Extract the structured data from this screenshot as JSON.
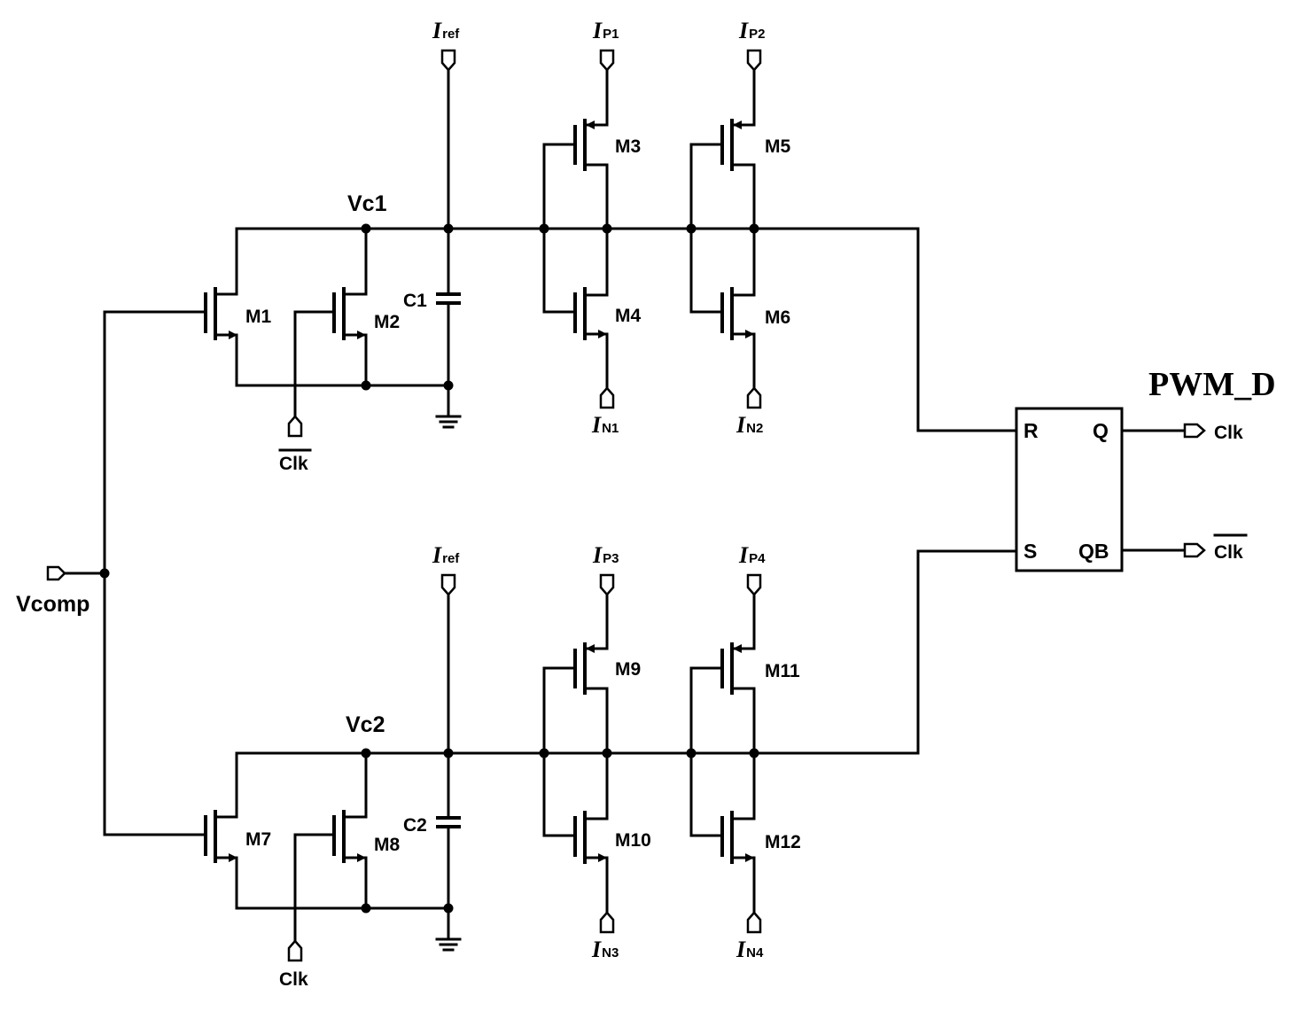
{
  "title": "PWM_D",
  "input_label": "Vcomp",
  "node_labels": {
    "vc1": "Vc1",
    "vc2": "Vc2"
  },
  "capacitors": {
    "c1": "C1",
    "c2": "C2"
  },
  "transistors": {
    "m1": "M1",
    "m2": "M2",
    "m3": "M3",
    "m4": "M4",
    "m5": "M5",
    "m6": "M6",
    "m7": "M7",
    "m8": "M8",
    "m9": "M9",
    "m10": "M10",
    "m11": "M11",
    "m12": "M12"
  },
  "currents": {
    "iref_top": {
      "main": "I",
      "sub": "ref"
    },
    "ip1": {
      "main": "I",
      "sub": "P1"
    },
    "ip2": {
      "main": "I",
      "sub": "P2"
    },
    "in1": {
      "main": "I",
      "sub": "N1"
    },
    "in2": {
      "main": "I",
      "sub": "N2"
    },
    "iref_bottom": {
      "main": "I",
      "sub": "ref"
    },
    "ip3": {
      "main": "I",
      "sub": "P3"
    },
    "ip4": {
      "main": "I",
      "sub": "P4"
    },
    "in3": {
      "main": "I",
      "sub": "N3"
    },
    "in4": {
      "main": "I",
      "sub": "N4"
    }
  },
  "clk_labels": {
    "clk_bar_m2": "Clk",
    "clk_m8": "Clk",
    "q_out": "Clk",
    "qb_out": "Clk"
  },
  "flipflop": {
    "r": "R",
    "s": "S",
    "q": "Q",
    "qb": "QB"
  }
}
